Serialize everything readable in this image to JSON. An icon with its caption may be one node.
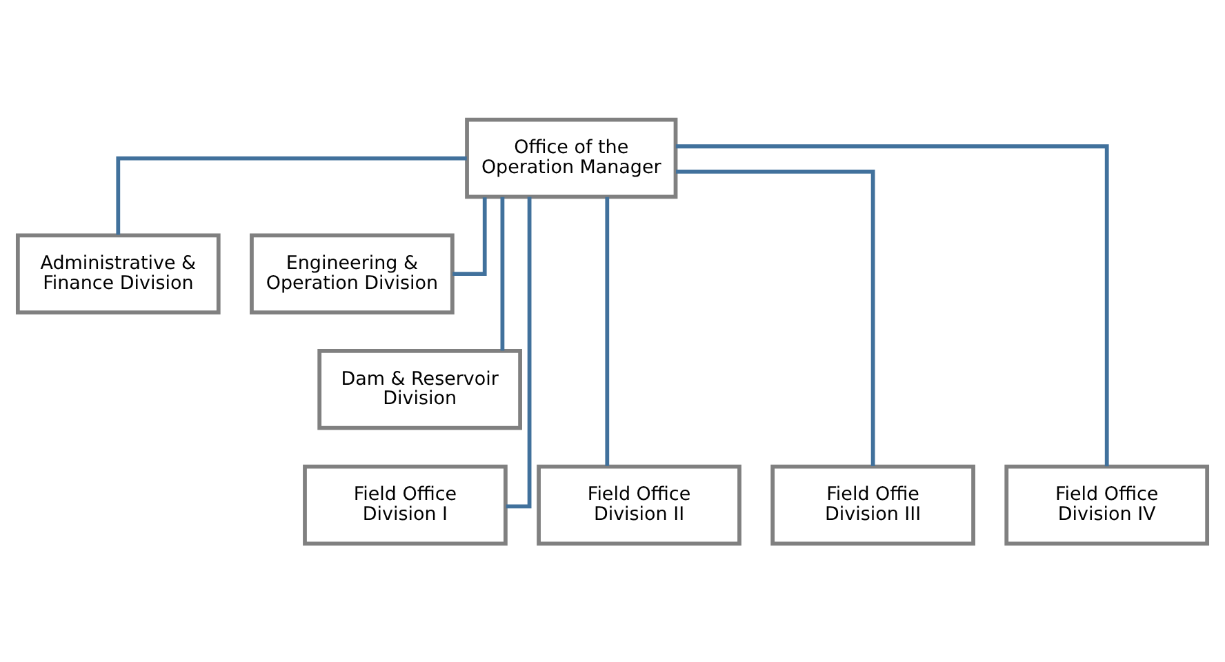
{
  "diagram": {
    "nodes": [
      {
        "text": [
          "Office of the Operation Manager"
        ]
      },
      {
        "text": [
          "Administrative & Finance Division"
        ]
      },
      {
        "text": [
          "Engineering & Operation Division"
        ]
      },
      {
        "text": [
          "Dam & Reservoir Division"
        ]
      },
      {
        "text": [
          "Field Office Division I"
        ]
      },
      {
        "text": [
          "Field Office Division II"
        ]
      },
      {
        "text": [
          "Field Offie Division III"
        ]
      },
      {
        "text": [
          "Field Office Division IV"
        ]
      }
    ],
    "edges": [
      {
        "from": 0,
        "to": 1,
        "arrow": "none"
      },
      {
        "from": 0,
        "to": 2,
        "arrow": "none"
      },
      {
        "from": 0,
        "to": 3,
        "arrow": "none"
      },
      {
        "from": 0,
        "to": 4,
        "arrow": "none"
      },
      {
        "from": 0,
        "to": 5,
        "arrow": "none"
      },
      {
        "from": 0,
        "to": 6,
        "arrow": "none"
      },
      {
        "from": 0,
        "to": 7,
        "arrow": "none"
      }
    ]
  }
}
